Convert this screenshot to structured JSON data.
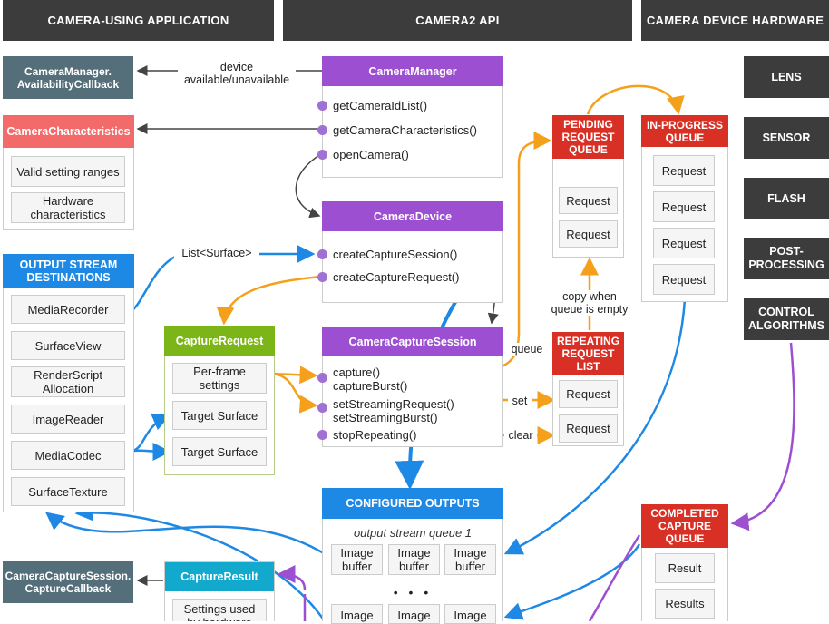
{
  "headers": {
    "app": "CAMERA-USING APPLICATION",
    "api": "CAMERA2 API",
    "hw": "CAMERA DEVICE HARDWARE"
  },
  "app": {
    "availability_callback": "CameraManager.\nAvailabilityCallback",
    "characteristics": {
      "title": "CameraCharacteristics",
      "items": [
        "Valid setting ranges",
        "Hardware characteristics"
      ]
    },
    "output_destinations": {
      "title": "OUTPUT STREAM DESTINATIONS",
      "items": [
        "MediaRecorder",
        "SurfaceView",
        "RenderScript Allocation",
        "ImageReader",
        "MediaCodec",
        "SurfaceTexture"
      ]
    },
    "capture_callback": "CameraCaptureSession.\nCaptureCallback"
  },
  "api": {
    "camera_manager": {
      "title": "CameraManager",
      "methods": [
        "getCameraIdList()",
        "getCameraCharacteristics()",
        "openCamera()"
      ]
    },
    "camera_device": {
      "title": "CameraDevice",
      "methods": [
        "createCaptureSession()",
        "createCaptureRequest()"
      ]
    },
    "capture_request": {
      "title": "CaptureRequest",
      "items": [
        "Per-frame settings",
        "Target Surface",
        "Target Surface"
      ]
    },
    "capture_session": {
      "title": "CameraCaptureSession",
      "methods": [
        "capture()\ncaptureBurst()",
        "setStreamingRequest()\nsetStreamingBurst()",
        "stopRepeating()"
      ]
    },
    "pending_queue": {
      "title": "PENDING\nREQUEST\nQUEUE",
      "items": [
        "Request",
        "Request"
      ]
    },
    "repeating_list": {
      "title": "REPEATING\nREQUEST\nLIST",
      "items": [
        "Request",
        "Request"
      ]
    },
    "configured_outputs": {
      "title": "CONFIGURED OUTPUTS",
      "queue_label": "output stream queue 1",
      "buffers_row1": [
        "Image\nbuffer",
        "Image\nbuffer",
        "Image\nbuffer"
      ],
      "ellipsis": "• • •",
      "buffers_row2": [
        "Image",
        "Image",
        "Image"
      ]
    },
    "capture_result": {
      "title": "CaptureResult",
      "items": [
        "Settings used\nby hardware"
      ]
    }
  },
  "hw": {
    "in_progress": {
      "title": "IN-PROGRESS\nQUEUE",
      "items": [
        "Request",
        "Request",
        "Request",
        "Request"
      ]
    },
    "components": [
      "LENS",
      "SENSOR",
      "FLASH",
      "POST-\nPROCESSING",
      "CONTROL\nALGORITHMS"
    ],
    "completed": {
      "title": "COMPLETED\nCAPTURE\nQUEUE",
      "items": [
        "Result",
        "Results"
      ]
    }
  },
  "labels": {
    "device_avail": "device\navailable/unavailable",
    "list_surface": "List<Surface>",
    "queue": "queue",
    "set": "set",
    "clear": "clear",
    "copy_when_empty": "copy when\nqueue is empty"
  },
  "colors": {
    "header": "#3c3c3c",
    "purple": "#9c4fd0",
    "red": "#d93025",
    "blue": "#1e88e5",
    "green": "#7cb518",
    "cyan": "#12a9cc",
    "orange": "#f5a01a",
    "slate": "#546e7a"
  }
}
